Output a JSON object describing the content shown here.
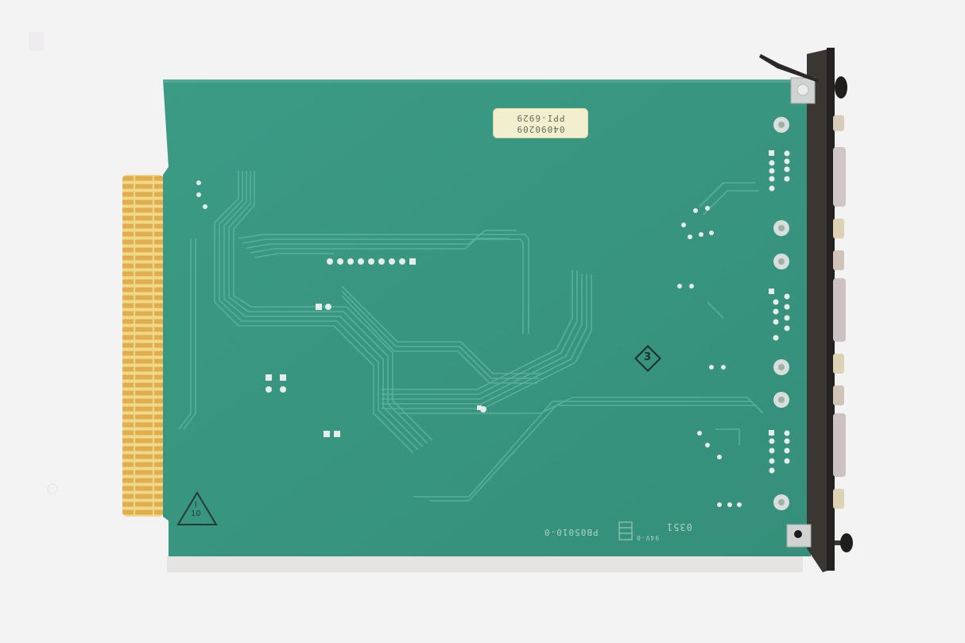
{
  "image": {
    "subject": "Back side of a green printed circuit board expansion card with gold edge connector and metal mounting bracket",
    "background_color": "#f4f3f3",
    "colors": {
      "pcb_green": "#3e9a84",
      "pcb_green_dark": "#2f8470",
      "trace": "#58b09a",
      "pad_silver": "#e6ece8",
      "gold_fingers": "#e7b85a",
      "gold_substrate": "#efd98a",
      "bracket": "#2a2826",
      "bracket_plate": "#8a857c",
      "sticker": "#f2efce"
    }
  },
  "sticker": {
    "line1": "04090209",
    "line2": "PPI-6929"
  },
  "silkscreen": {
    "part_number": "PB05010-0",
    "date_code": "0351",
    "ul_mark": "94V-0",
    "triangle_label": "I\n10",
    "triangle_top": "I",
    "triangle_bottom": "10",
    "diamond_label": "3"
  },
  "connectors": {
    "count": 3,
    "type": "DB9 serial port",
    "pins_per_connector": 9
  }
}
